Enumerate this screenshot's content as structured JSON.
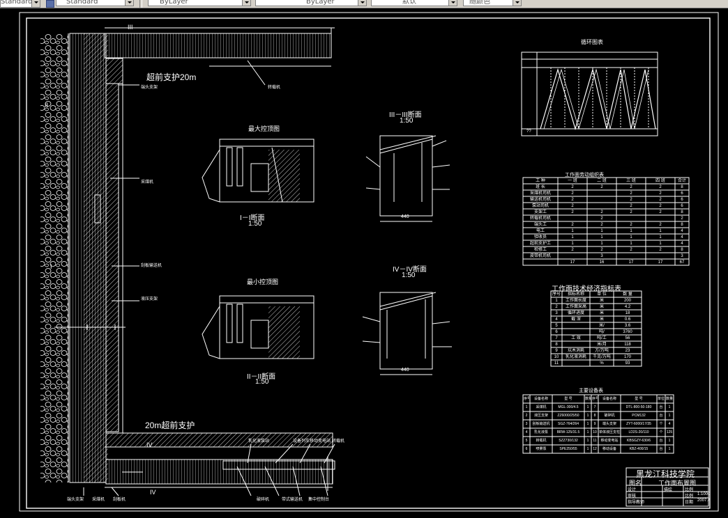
{
  "toolbar": {
    "text_style": "Standard",
    "dim_style": "Standard",
    "layer": "ByLayer",
    "linetype": "ByLayer",
    "lineweight": "默认",
    "plot_style": "随颜色"
  },
  "labels": {
    "section_I": "I",
    "section_II": "II",
    "section_III": "III",
    "section_IV": "IV",
    "advance_support_top": "超前支护20m",
    "advance_support_bottom": "20m超前支护",
    "max_roof": "最大控顶图",
    "min_roof": "最小控顶图",
    "sec_1_title": "I－I断面",
    "sec_1_scale": "1:50",
    "sec_2_title": "II－II断面",
    "sec_2_scale": "1:50",
    "sec_3_title": "III－III断面",
    "sec_3_scale": "1:50",
    "sec_4_title": "IV－IV断面",
    "sec_4_scale": "1:50",
    "dim_3": "440",
    "dim_4": "440",
    "callout_1": "端头支架",
    "callout_2": "采煤机",
    "callout_3": "刮板输送机",
    "callout_4": "液压支架",
    "callout_5": "转载机",
    "callout_6": "端头支架",
    "callout_7": "采煤机",
    "callout_8": "刮板机",
    "callout_9": "乳化液泵站",
    "callout_10": "破碎机",
    "callout_11": "带式输送机",
    "callout_12": "设备列车",
    "callout_13": "移动变电站",
    "callout_14": "集中控制台",
    "callout_15": "转载机"
  },
  "cycle_chart": {
    "title": "循环图表",
    "footer": "??"
  },
  "org_table": {
    "title": "工作面劳动组织表",
    "headers": [
      "工 种",
      "一 班",
      "二 班",
      "三 班",
      "四 班",
      "合计"
    ],
    "rows": [
      [
        "班 长",
        "2",
        "2",
        "2",
        "2",
        "8"
      ],
      [
        "采煤机司机",
        "2",
        "",
        "2",
        "2",
        "6"
      ],
      [
        "输送机司机",
        "2",
        "",
        "2",
        "2",
        "6"
      ],
      [
        "泵站司机",
        "2",
        "",
        "2",
        "2",
        "6"
      ],
      [
        "支架工",
        "2",
        "2",
        "2",
        "2",
        "8"
      ],
      [
        "转载机司机",
        "",
        "2",
        "",
        "",
        "2"
      ],
      [
        "端头工",
        "2",
        "2",
        "2",
        "2",
        "8"
      ],
      [
        "电工",
        "1",
        "1",
        "1",
        "1",
        "4"
      ],
      [
        "验收员",
        "1",
        "1",
        "1",
        "1",
        "4"
      ],
      [
        "超前支护工",
        "1",
        "1",
        "1",
        "1",
        "4"
      ],
      [
        "检修工",
        "2",
        "2",
        "2",
        "2",
        "8"
      ],
      [
        "皮带机司机",
        "",
        "3",
        "",
        "",
        "3"
      ],
      [
        "",
        "17",
        "16",
        "17",
        "17",
        "67"
      ]
    ]
  },
  "tech_table": {
    "title": "工作面技术经济指标表",
    "headers": [
      "序号",
      "指标名称",
      "单 位",
      "数 量"
    ],
    "rows": [
      [
        "1",
        "工作面长度",
        "米",
        "200"
      ],
      [
        "2",
        "工作面采高",
        "米",
        "4.2"
      ],
      [
        "3",
        "循环进度",
        "米",
        "18"
      ],
      [
        "4",
        "截 深",
        "米",
        "0.6"
      ],
      [
        "5",
        "",
        "米/",
        "3.6"
      ],
      [
        "6",
        "",
        "吨/",
        "3760"
      ],
      [
        "7",
        "工 效",
        "吨/工",
        "56"
      ],
      [
        "8",
        "",
        "米/月",
        "118"
      ],
      [
        "9",
        "坑木消耗",
        "方/万吨",
        "23"
      ],
      [
        "10",
        "乳化液消耗",
        "千克/万吨",
        "170"
      ],
      [
        "11",
        "",
        "%",
        "93"
      ]
    ]
  },
  "equip_table": {
    "title": "主要设备表",
    "headers": [
      "序号",
      "设备名称",
      "型 号",
      "数量",
      "序号",
      "设备名称",
      "型 号",
      "单位",
      "数量"
    ],
    "rows": [
      [
        "1",
        "采煤机",
        "MGL-300/4.5",
        "1",
        "7",
        "",
        "DTL-800-50-180",
        "台",
        "1"
      ],
      [
        "2",
        "液压支架",
        "ZZ6000/25/50",
        "1",
        "8",
        "破碎机",
        "PCM132",
        "台",
        "1"
      ],
      [
        "3",
        "刮板输送机",
        "SGZ-764/264",
        "1",
        "9",
        "端头支架",
        "ZYT-6000/17/35",
        "个",
        "4"
      ],
      [
        "4",
        "乳化液泵",
        "BRW-125/31.5",
        "1",
        "10",
        "单体液压支柱",
        "LD2S-20/110",
        "个",
        "125"
      ],
      [
        "5",
        "转载机",
        "SZZ730/132",
        "1",
        "11",
        "移动变电站",
        "KBSGZY-630/6",
        "台",
        "1"
      ],
      [
        "6",
        "喷雾泵",
        "SPE250/55",
        "1",
        "12",
        "移动设备",
        "KBZ-400/15",
        "台",
        "1"
      ]
    ]
  },
  "title_block": {
    "school": "黑龙江科技学院",
    "name_label": "图名",
    "drawing_name": "工作面布置图",
    "rows": [
      [
        "设计",
        "",
        "描绘",
        "",
        "比例"
      ],
      [
        "审核",
        "",
        "",
        "",
        "比例",
        "1:1000"
      ],
      [
        "指导教师",
        "",
        "",
        "",
        "日期",
        "2007.7"
      ]
    ]
  },
  "colors": {
    "background": "#000000",
    "lines": "#ffffff",
    "toolbar": "#d4d0c8"
  }
}
